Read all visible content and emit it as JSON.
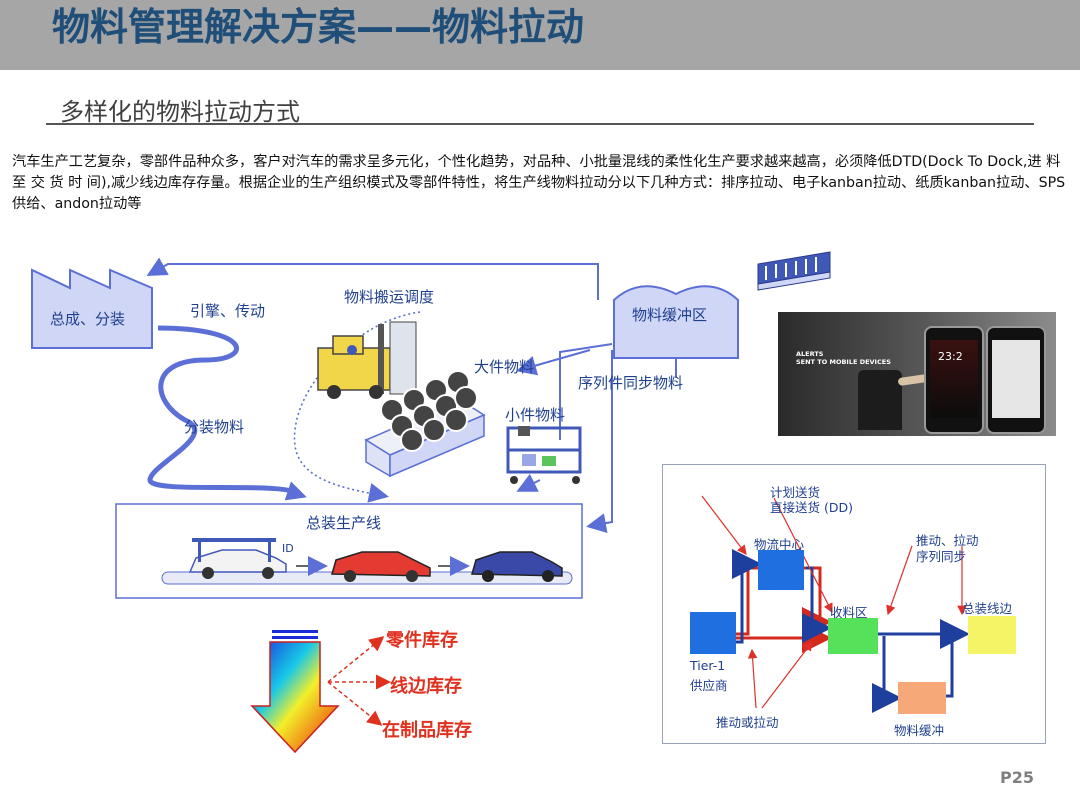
{
  "title": "物料管理解决方案——物料拉动",
  "subtitle": "多样化的物料拉动方式",
  "paragraph": "汽车生产工艺复杂，零部件品种众多，客户对汽车的需求呈多元化，个性化趋势，对品种、小批量混线的柔性化生产要求越来越高，必须降低DTD(Dock To Dock,进 料 至 交 货 时 间),减少线边库存存量。根据企业的生产组织模式及零部件特性，将生产线物料拉动分以下几种方式：排序拉动、电子kanban拉动、纸质kanban拉动、SPS供给、andon拉动等",
  "diagram": {
    "assembly_box": "总成、分装",
    "engine_label": "引擎、传动",
    "handling_label": "物料搬运调度",
    "buffer_box": "物料缓冲区",
    "large_parts": "大件物料",
    "sequence_parts": "序列件同步物料",
    "small_parts": "小件物料",
    "subassembly": "分装物料",
    "line_title": "总装生产线",
    "id_tag": "ID"
  },
  "photo": {
    "caption_line1": "ALERTS",
    "caption_line2": "SENT TO MOBILE DEVICES",
    "clock": "23:2"
  },
  "inventory": {
    "items": [
      "零件库存",
      "线边库存",
      "在制品库存"
    ]
  },
  "flow": {
    "plan_line1": "计划送货",
    "plan_line2": "直接送货 (DD)",
    "logistics_center": "物流中心",
    "receiving": "收料区",
    "push_pull_line1": "推动、拉动",
    "push_pull_line2": "序列同步",
    "line_side": "总装线边",
    "tier1": "Tier-1",
    "supplier": "供应商",
    "push_or_pull": "推动或拉动",
    "buffer": "物料缓冲"
  },
  "page_number": "P25",
  "colors": {
    "title": "#1f4e79",
    "header_bar": "#a6a6a6",
    "diagram_blue": "#5b6fd6",
    "red_accent": "#e0301e",
    "flow_blue": "#1f6fe0",
    "flow_green": "#55e25a",
    "flow_yellow": "#f4f466",
    "flow_orange": "#f6a878"
  }
}
